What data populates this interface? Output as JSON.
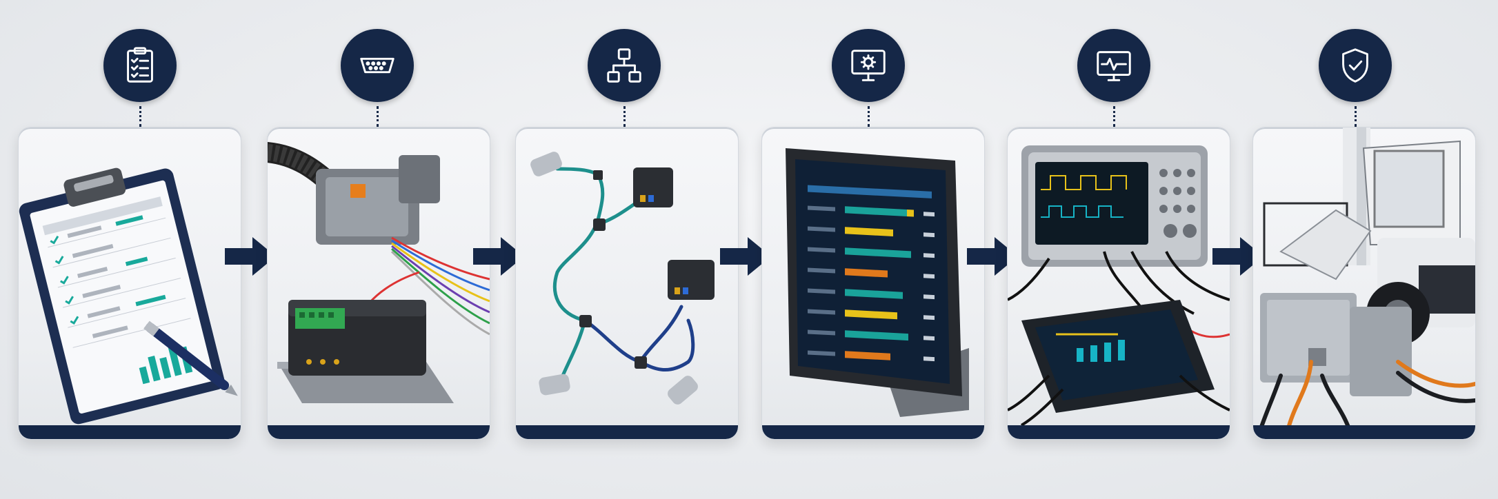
{
  "colors": {
    "navy": "#152747",
    "panel": "#eceef1",
    "accent_teal": "#14a39a",
    "accent_orange": "#e0791c",
    "accent_yellow": "#e8c21a"
  },
  "steps": [
    {
      "icon": "clipboard-checklist-icon",
      "scene": "checklist-clipboard-with-pen"
    },
    {
      "icon": "connector-port-icon",
      "scene": "wiring-harness-connector-and-din-module"
    },
    {
      "icon": "network-hierarchy-icon",
      "scene": "cable-network-with-connectors"
    },
    {
      "icon": "monitor-gear-icon",
      "scene": "diagnostic-display-tablet"
    },
    {
      "icon": "waveform-monitor-icon",
      "scene": "oscilloscope-and-data-logger"
    },
    {
      "icon": "shield-check-icon",
      "scene": "validated-machine-with-control-box"
    }
  ],
  "arrows": [
    "arrow-1",
    "arrow-2",
    "arrow-3",
    "arrow-4",
    "arrow-5"
  ]
}
